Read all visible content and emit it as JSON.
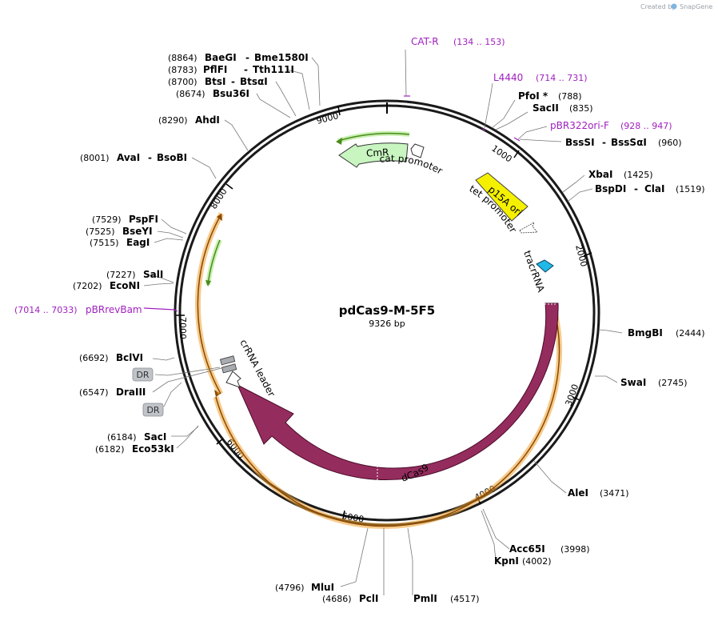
{
  "credit": {
    "prefix": "Created by",
    "brand": "SnapGene"
  },
  "plasmid": {
    "name": "pdCas9-M-5F5",
    "size_label": "9326 bp",
    "length": 9326
  },
  "colors": {
    "dcas9": "#952c5e",
    "orange": "#f0a030",
    "cmr": "#c8f5c0",
    "p15a": "#f4f000",
    "tracr": "#20b8e8",
    "primer": "#a020c0",
    "dr": "#c0c4c8",
    "green": "#5a9a2a"
  },
  "ticks": [
    "1000",
    "2000",
    "3000",
    "4000",
    "5000",
    "6000",
    "7000",
    "8000",
    "9000"
  ],
  "enzymes": [
    {
      "name": "BaeGI",
      "name2": "Bme1580I",
      "pos": "(8864)"
    },
    {
      "name": "PflFI",
      "name2": "Tth111I",
      "pos": "(8783)"
    },
    {
      "name": "BtsI",
      "name2": "BtsαI",
      "pos": "(8700)"
    },
    {
      "name": "Bsu36I",
      "name2": "",
      "pos": "(8674)"
    },
    {
      "name": "AhdI",
      "name2": "",
      "pos": "(8290)"
    },
    {
      "name": "AvaI",
      "name2": "BsoBI",
      "pos": "(8001)"
    },
    {
      "name": "PspFI",
      "name2": "",
      "pos": "(7529)"
    },
    {
      "name": "BseYI",
      "name2": "",
      "pos": "(7525)"
    },
    {
      "name": "EagI",
      "name2": "",
      "pos": "(7515)"
    },
    {
      "name": "SalI",
      "name2": "",
      "pos": "(7227)"
    },
    {
      "name": "EcoNI",
      "name2": "",
      "pos": "(7202)"
    },
    {
      "name": "BclVI",
      "name2": "",
      "pos": "(6692)"
    },
    {
      "name": "DraIII",
      "name2": "",
      "pos": "(6547)"
    },
    {
      "name": "SacI",
      "name2": "",
      "pos": "(6184)"
    },
    {
      "name": "Eco53kI",
      "name2": "",
      "pos": "(6182)"
    },
    {
      "name": "PfoI *",
      "name2": "",
      "pos": "(788)"
    },
    {
      "name": "SacII",
      "name2": "",
      "pos": "(835)"
    },
    {
      "name": "BssSI",
      "name2": "BssSαI",
      "pos": "(960)"
    },
    {
      "name": "XbaI",
      "name2": "",
      "pos": "(1425)"
    },
    {
      "name": "BspDI",
      "name2": "ClaI",
      "pos": "(1519)"
    },
    {
      "name": "BmgBI",
      "name2": "",
      "pos": "(2444)"
    },
    {
      "name": "SwaI",
      "name2": "",
      "pos": "(2745)"
    },
    {
      "name": "AleI",
      "name2": "",
      "pos": "(3471)"
    },
    {
      "name": "Acc65I",
      "name2": "",
      "pos": "(3998)"
    },
    {
      "name": "KpnI",
      "name2": "",
      "pos": "(4002)"
    },
    {
      "name": "MluI",
      "name2": "",
      "pos": "(4796)"
    },
    {
      "name": "PclI",
      "name2": "",
      "pos": "(4686)"
    },
    {
      "name": "PmlI",
      "name2": "",
      "pos": "(4517)"
    }
  ],
  "primers": [
    {
      "name": "CAT-R",
      "range": "(134 .. 153)"
    },
    {
      "name": "L4440",
      "range": "(714 .. 731)"
    },
    {
      "name": "pBR322ori-F",
      "range": "(928 .. 947)"
    },
    {
      "name": "pBRrevBam",
      "range": "(7014 .. 7033)"
    }
  ],
  "features": [
    {
      "name": "CmR",
      "label": "CmR"
    },
    {
      "name": "cat promoter",
      "label": "cat promoter"
    },
    {
      "name": "p15A ori",
      "label": "p15A ori"
    },
    {
      "name": "tet promoter",
      "label": "tet promoter"
    },
    {
      "name": "tracrRNA",
      "label": "tracrRNA"
    },
    {
      "name": "dCas9",
      "label": "dCas9"
    },
    {
      "name": "crRNA leader",
      "label": "crRNA leader"
    },
    {
      "name": "DR",
      "label": "DR"
    },
    {
      "name": "DR",
      "label": "DR"
    }
  ]
}
